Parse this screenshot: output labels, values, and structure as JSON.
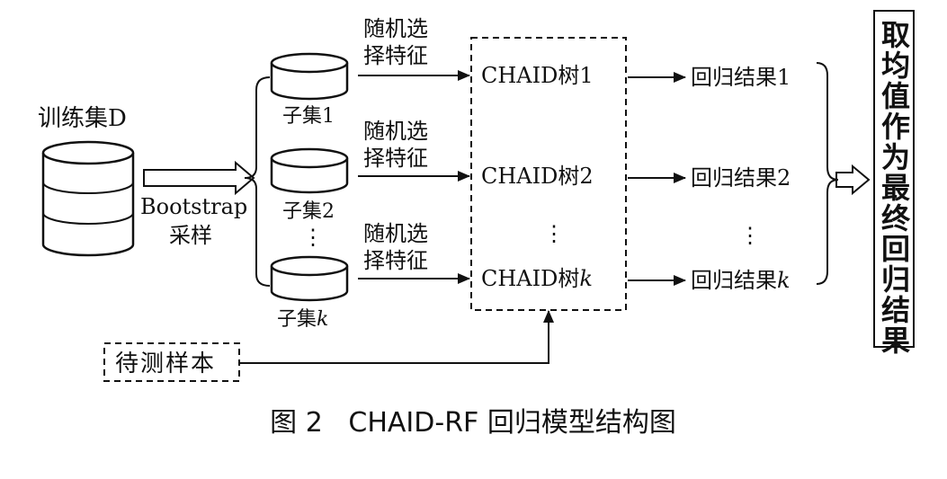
{
  "training_set": {
    "label": "训练集D"
  },
  "bootstrap": {
    "line1": "Bootstrap",
    "line2": "采样"
  },
  "subsets": [
    {
      "prefix": "子集",
      "index": "1",
      "italic": false
    },
    {
      "prefix": "子集",
      "index": "2",
      "italic": false
    },
    {
      "prefix": "子集",
      "index": "k",
      "italic": true
    }
  ],
  "feature_select": {
    "line1": "随机选",
    "line2": "择特征"
  },
  "trees": [
    {
      "prefix": "CHAID树",
      "index": "1",
      "italic": false
    },
    {
      "prefix": "CHAID树",
      "index": "2",
      "italic": false
    },
    {
      "prefix": "CHAID树",
      "index": "k",
      "italic": true
    }
  ],
  "results": [
    {
      "prefix": "回归结果",
      "index": "1",
      "italic": false
    },
    {
      "prefix": "回归结果",
      "index": "2",
      "italic": false
    },
    {
      "prefix": "回归结果",
      "index": "k",
      "italic": true
    }
  ],
  "ellipsis": "⋮",
  "test_sample": {
    "label": "待测样本"
  },
  "final": {
    "label": "取均值作为最终回归结果"
  },
  "caption": {
    "label": "图 2   CHAID-RF 回归模型结构图"
  }
}
